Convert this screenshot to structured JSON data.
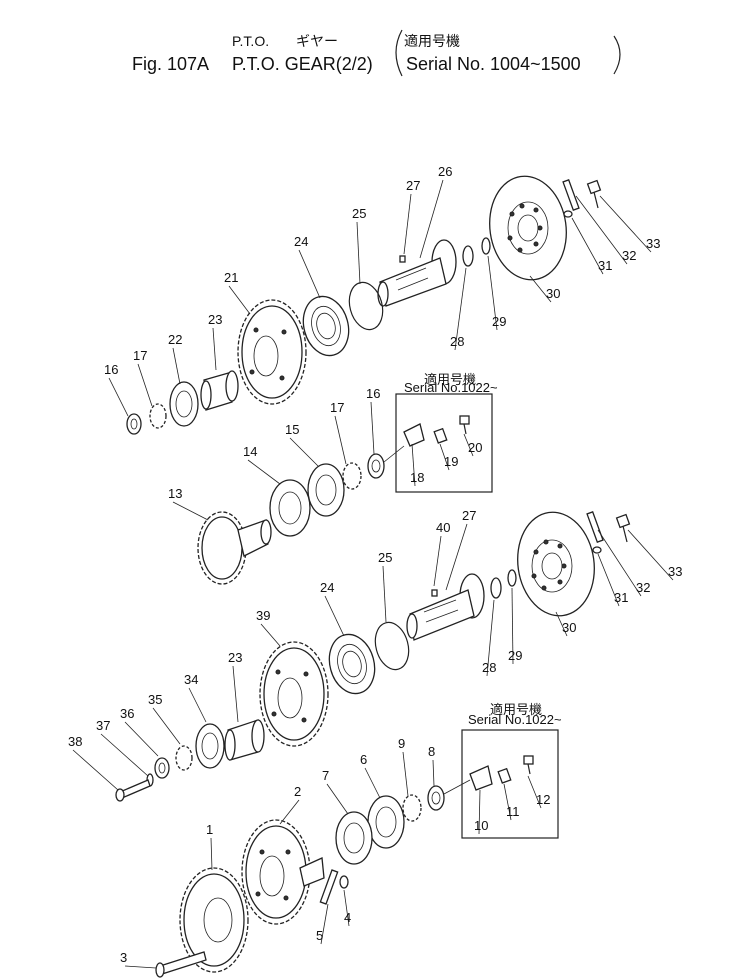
{
  "title": {
    "line1_left": "P.T.O.",
    "line1_right": "ギヤー",
    "line1_note": "適用号機",
    "line2_fig": "Fig. 107A",
    "line2_name": "P.T.O. GEAR(2/2)",
    "line2_serial": "Serial No. 1004~1500"
  },
  "boxes": [
    {
      "note_jp": "適用号機",
      "serial": "Serial No.1022~"
    },
    {
      "note_jp": "適用号機",
      "serial": "Serial No.1022~"
    }
  ],
  "callouts": [
    "1",
    "2",
    "3",
    "4",
    "5",
    "6",
    "7",
    "8",
    "9",
    "10",
    "11",
    "12",
    "13",
    "14",
    "15",
    "16",
    "16",
    "17",
    "17",
    "18",
    "19",
    "20",
    "21",
    "22",
    "23",
    "23",
    "24",
    "24",
    "25",
    "25",
    "26",
    "27",
    "27",
    "28",
    "28",
    "29",
    "29",
    "30",
    "30",
    "31",
    "31",
    "32",
    "32",
    "33",
    "33",
    "34",
    "35",
    "36",
    "37",
    "38",
    "39",
    "40"
  ]
}
